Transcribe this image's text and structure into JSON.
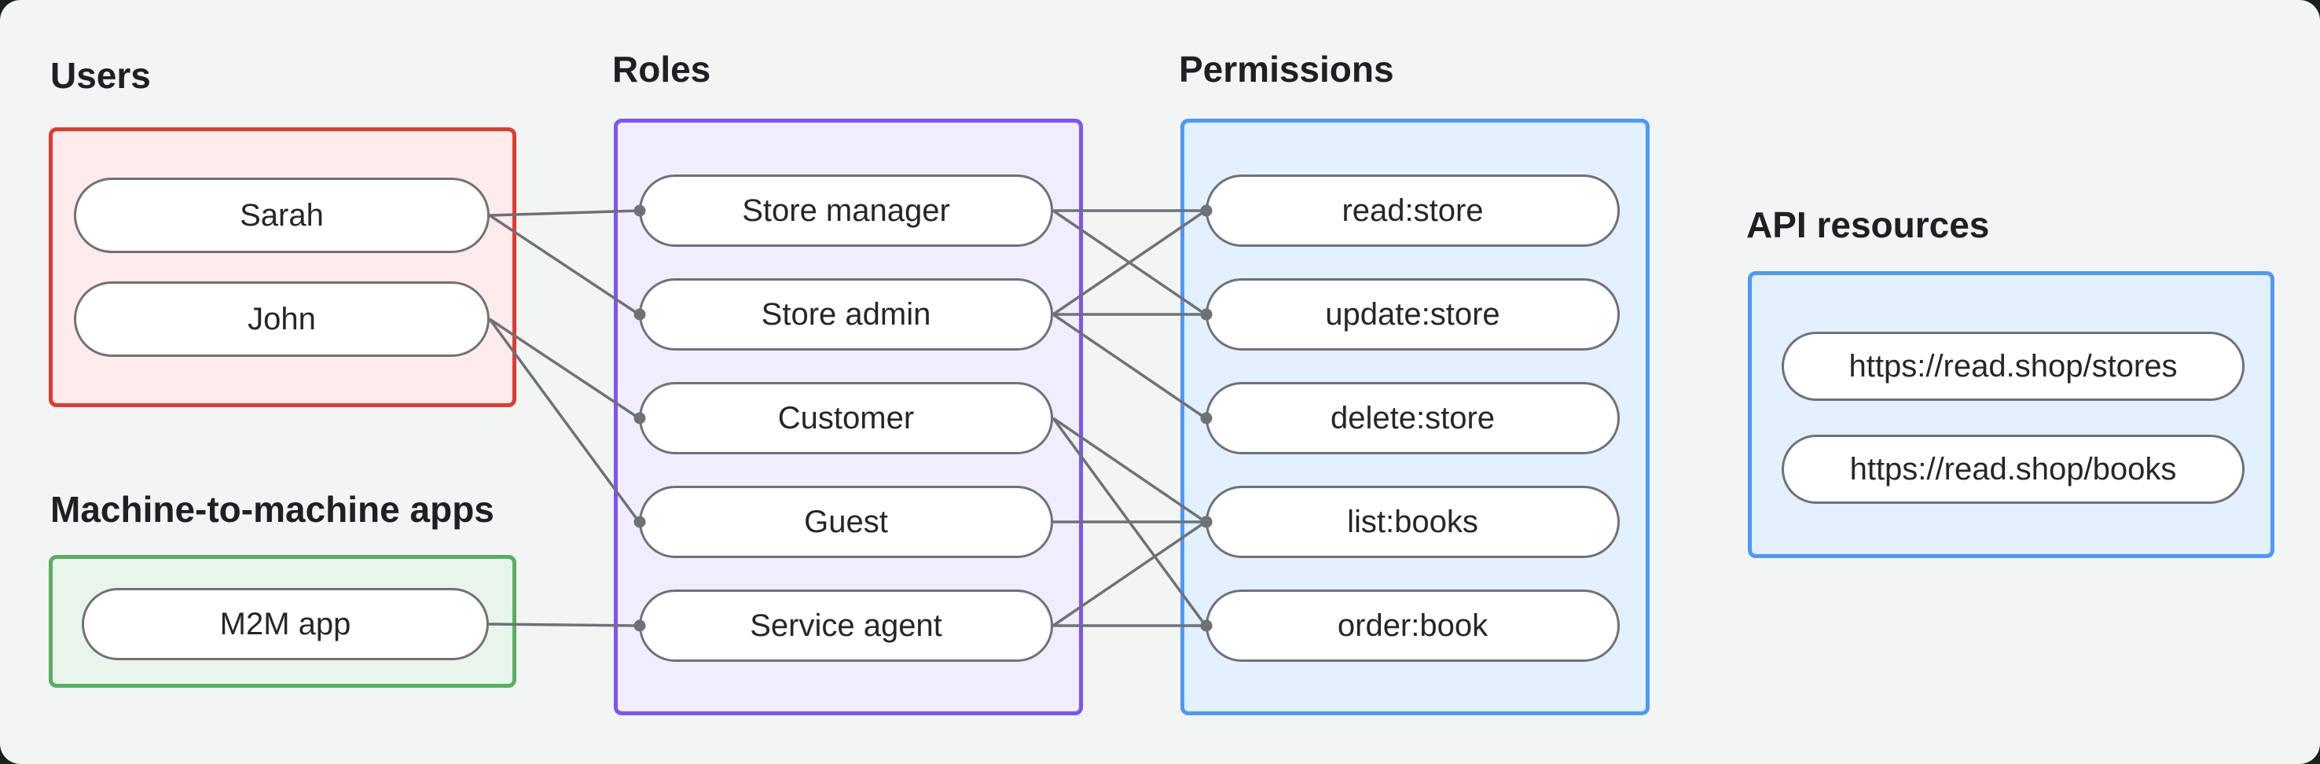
{
  "colors": {
    "outer_bg": "#18231d",
    "canvas_bg": "#f3f5f4",
    "text": "#1d2126",
    "node_bg": "#ffffff",
    "node_border": "#6e7276",
    "edge": "#6e7276",
    "users_border": "#e23a30",
    "users_bg": "#fdeceb",
    "m2m_border": "#57b05e",
    "m2m_bg": "#e9f5ea",
    "roles_border": "#7a55f7",
    "roles_bg": "#f2edfd",
    "permissions_border": "#4d99f7",
    "permissions_bg": "#e3f0fd",
    "api_border": "#4d99f7",
    "api_bg": "#e3f0fd"
  },
  "groups": {
    "users": {
      "label": "Users",
      "nodes": [
        {
          "id": "sarah",
          "label": "Sarah"
        },
        {
          "id": "john",
          "label": "John"
        }
      ]
    },
    "m2m": {
      "label": "Machine-to-machine apps",
      "nodes": [
        {
          "id": "m2m_app",
          "label": "M2M app"
        }
      ]
    },
    "roles": {
      "label": "Roles",
      "nodes": [
        {
          "id": "store_manager",
          "label": "Store manager"
        },
        {
          "id": "store_admin",
          "label": "Store admin"
        },
        {
          "id": "customer",
          "label": "Customer"
        },
        {
          "id": "guest",
          "label": "Guest"
        },
        {
          "id": "service_agent",
          "label": "Service agent"
        }
      ]
    },
    "permissions": {
      "label": "Permissions",
      "nodes": [
        {
          "id": "read_store",
          "label": "read:store"
        },
        {
          "id": "update_store",
          "label": "update:store"
        },
        {
          "id": "delete_store",
          "label": "delete:store"
        },
        {
          "id": "list_books",
          "label": "list:books"
        },
        {
          "id": "order_book",
          "label": "order:book"
        }
      ]
    },
    "api_resources": {
      "label": "API resources",
      "nodes": [
        {
          "id": "stores_api",
          "label": "https://read.shop/stores"
        },
        {
          "id": "books_api",
          "label": "https://read.shop/books"
        }
      ]
    }
  },
  "edges": [
    {
      "from": "sarah",
      "to": "store_manager"
    },
    {
      "from": "sarah",
      "to": "store_admin"
    },
    {
      "from": "john",
      "to": "customer"
    },
    {
      "from": "john",
      "to": "guest"
    },
    {
      "from": "m2m_app",
      "to": "service_agent"
    },
    {
      "from": "store_manager",
      "to": "read_store"
    },
    {
      "from": "store_manager",
      "to": "update_store"
    },
    {
      "from": "store_admin",
      "to": "read_store"
    },
    {
      "from": "store_admin",
      "to": "update_store"
    },
    {
      "from": "store_admin",
      "to": "delete_store"
    },
    {
      "from": "customer",
      "to": "list_books"
    },
    {
      "from": "customer",
      "to": "order_book"
    },
    {
      "from": "guest",
      "to": "list_books"
    },
    {
      "from": "service_agent",
      "to": "list_books"
    },
    {
      "from": "service_agent",
      "to": "order_book"
    }
  ]
}
